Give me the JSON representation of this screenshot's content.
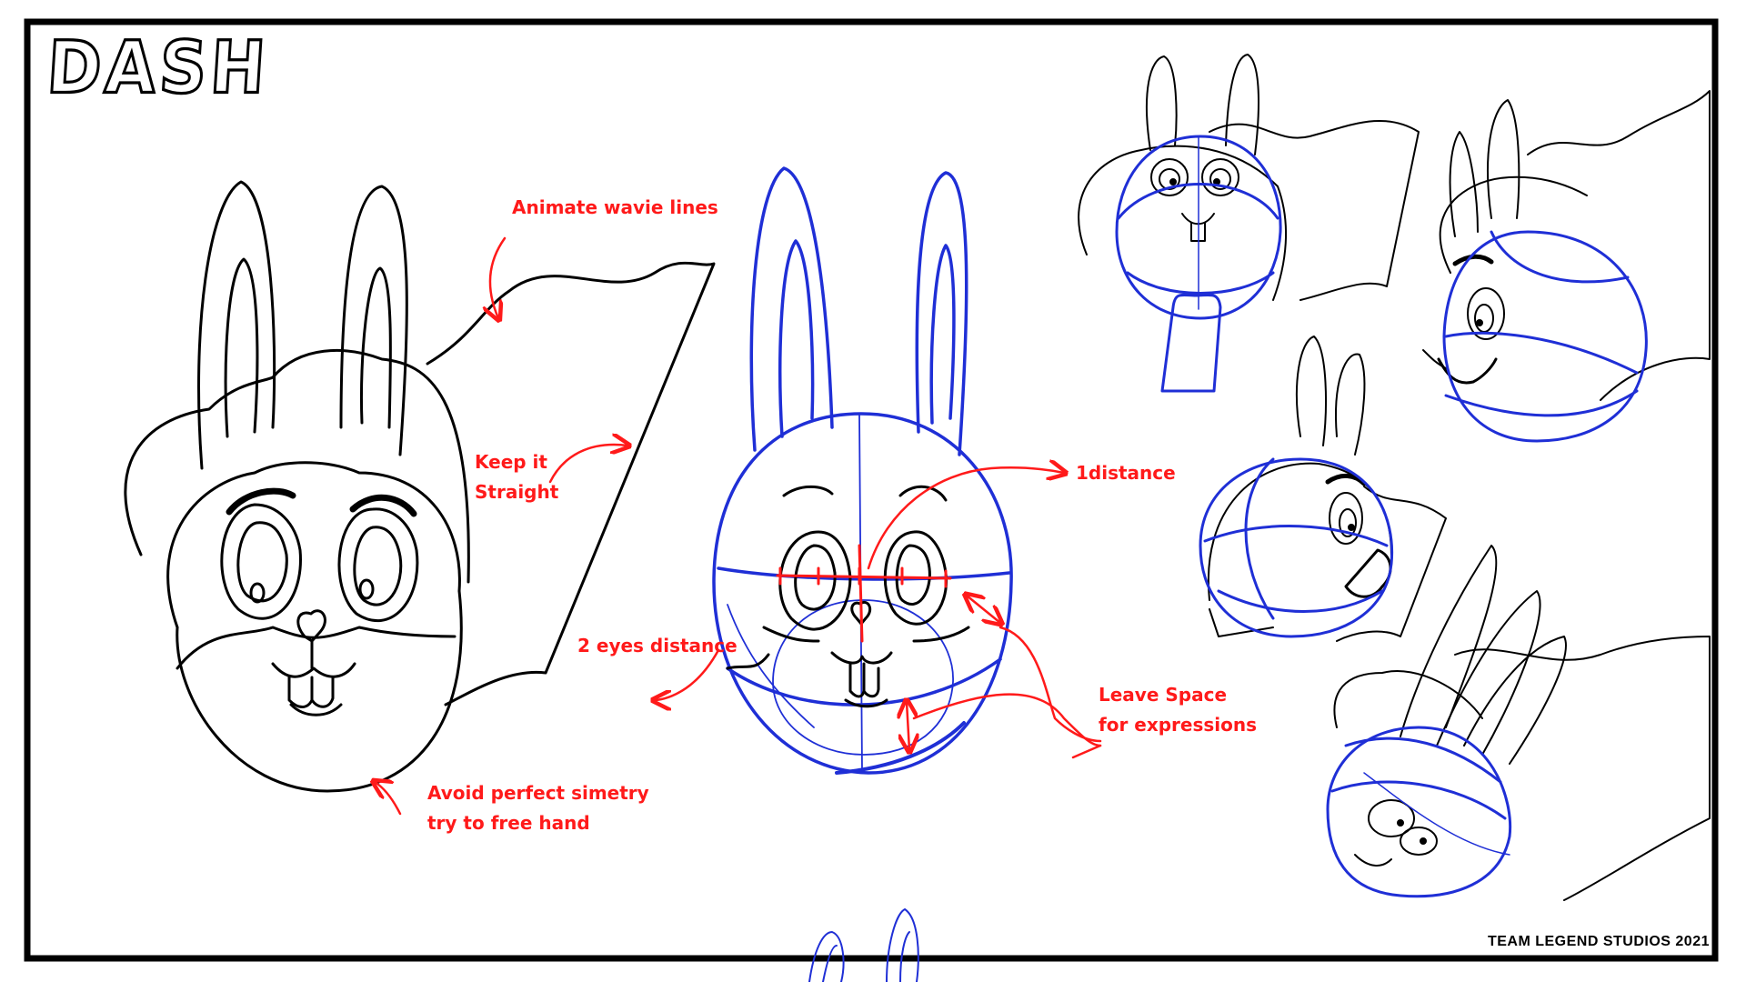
{
  "title": "DASH",
  "notes": {
    "wavy_lines": "Animate wavie lines",
    "keep_straight": "Keep it\nStraight",
    "one_distance": "1distance",
    "two_eyes_distance": "2 eyes distance",
    "leave_space": "Leave Space\nfor expressions",
    "avoid_symmetry": "Avoid perfect simetry\ntry to free hand"
  },
  "credit": "TEAM LEGEND STUDIOS 2021",
  "colors": {
    "ink": "#000000",
    "construction": "#1f2fd6",
    "annotation": "#ff1a1a",
    "paper": "#ffffff"
  }
}
